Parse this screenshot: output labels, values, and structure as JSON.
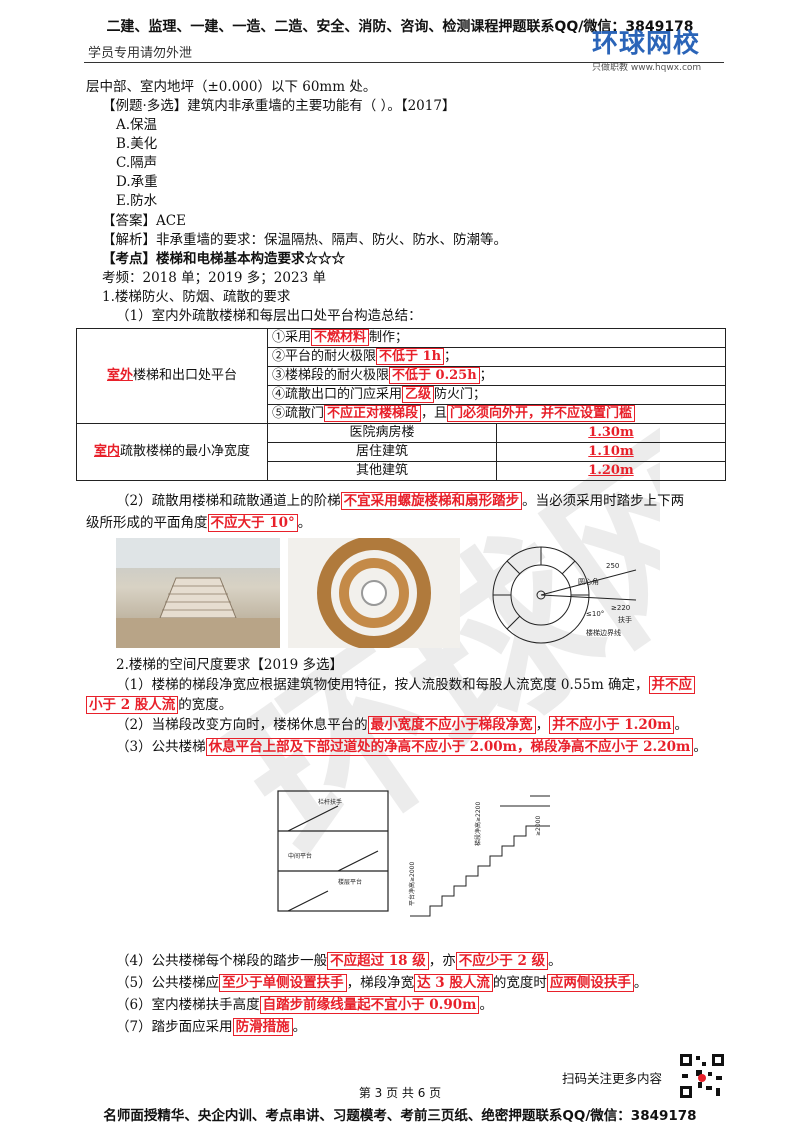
{
  "header": {
    "top_banner": "二建、监理、一建、一造、二造、安全、消防、咨询、检测课程押题联系QQ/微信：3849178",
    "left_note": "学员专用请勿外泄",
    "logo_main": "环球网校",
    "logo_sub": "只做职教  www.hqwx.com"
  },
  "content": {
    "l1": "层中部、室内地坪（±0.000）以下 60mm 处。",
    "l2": "【例题·多选】建筑内非承重墙的主要功能有（   ）。【2017】",
    "options": [
      "A.保温",
      "B.美化",
      "C.隔声",
      "D.承重",
      "E.防水"
    ],
    "answer": "【答案】ACE",
    "analysis": "【解析】非承重墙的要求：保温隔热、隔声、防火、防水、防潮等。",
    "kaodian": "【考点】楼梯和电梯基本构造要求☆☆☆",
    "freq": "考频：2018 单；2019 多；2023 单",
    "s1": "1.楼梯防火、防烟、疏散的要求",
    "s1a": "（1）室内外疏散楼梯和每层出口处平台构造总结：",
    "table": {
      "row1_head_red": "室外",
      "row1_head_rest": "楼梯和出口处平台",
      "row1_items": [
        {
          "pre": "①采用",
          "hi": "不燃材料",
          "post": "制作；"
        },
        {
          "pre": "②平台的耐火极限",
          "hi": "不低于 1h",
          "post": "；"
        },
        {
          "pre": "③楼梯段的耐火极限",
          "hi": "不低于 0.25h",
          "post": "；"
        },
        {
          "pre": "④疏散出口的门应采用",
          "hi": "乙级",
          "post": "防火门；"
        },
        {
          "pre": "⑤疏散门",
          "hi": "不应正对楼梯段",
          "post": "，且",
          "hi2": "门必须向外开，并不应设置门槛"
        }
      ],
      "row2_head_red": "室内",
      "row2_head_rest": "疏散楼梯的最小净宽度",
      "row2_items": [
        {
          "name": "医院病房楼",
          "value": "1.30m"
        },
        {
          "name": "居住建筑",
          "value": "1.10m"
        },
        {
          "name": "其他建筑",
          "value": "1.20m"
        }
      ]
    },
    "p2_pre": "（2）疏散用楼梯和疏散通道上的阶梯",
    "p2_hi": "不宜采用螺旋楼梯和扇形踏步",
    "p2_post": "。当必须采用时踏步上下两",
    "p2b_pre": "级所形成的平面角度",
    "p2b_hi": "不应大于 10°",
    "p2b_post": "。",
    "diagram_labels": [
      "250",
      "圆心角",
      "≥220",
      "≤10°",
      "扶手",
      "楼梯边界线"
    ],
    "s2": "2.楼梯的空间尺度要求【2019 多选】",
    "s2_1_pre": "（1）楼梯的梯段净宽应根据建筑物使用特征，按人流股数和每股人流宽度 0.55m 确定，",
    "s2_1_hi": "并不应",
    "s2_1b_hi": "小于 2 股人流",
    "s2_1b_post": "的宽度。",
    "s2_2_pre": "（2）当梯段改变方向时，楼梯休息平台的",
    "s2_2_hi": "最小宽度不应小于梯段净宽",
    "s2_2_mid": "，",
    "s2_2_hi2": "并不应小于 1.20m",
    "s2_2_post": "。",
    "s2_3_pre": "（3）公共楼梯",
    "s2_3_hi": "休息平台上部及下部过道处的净高不应小于 2.00m，梯段净高不应小于 2.20m",
    "s2_3_post": "。",
    "fig_labels": [
      "栏杆扶手",
      "中间平台",
      "楼层平台",
      "梯段净高≥2200",
      "≥2000",
      "平台净高≥2000"
    ],
    "s2_4_pre": "（4）公共楼梯每个梯段的踏步一般",
    "s2_4_hi": "不应超过 18 级",
    "s2_4_mid": "，亦",
    "s2_4_hi2": "不应少于 2 级",
    "s2_4_post": "。",
    "s2_5_pre": "（5）公共楼梯应",
    "s2_5_hi": "至少于单侧设置扶手",
    "s2_5_mid": "，梯段净宽",
    "s2_5_hi2": "达 3 股人流",
    "s2_5_mid2": "的宽度时",
    "s2_5_hi3": "应两侧设扶手",
    "s2_5_post": "。",
    "s2_6_pre": "（6）室内楼梯扶手高度",
    "s2_6_hi": "自踏步前缘线量起不宜小于 0.90m",
    "s2_6_post": "。",
    "s2_7_pre": "（7）踏步面应采用",
    "s2_7_hi": "防滑措施",
    "s2_7_post": "。"
  },
  "footer": {
    "scan": "扫码关注更多内容",
    "page": "第 3 页 共 6 页",
    "bottom_banner": "名师面授精华、央企内训、考点串讲、习题模考、考前三页纸、绝密押题联系QQ/微信：3849178"
  },
  "colors": {
    "accent_red": "#e8202a",
    "logo_blue": "#2a64b8"
  }
}
